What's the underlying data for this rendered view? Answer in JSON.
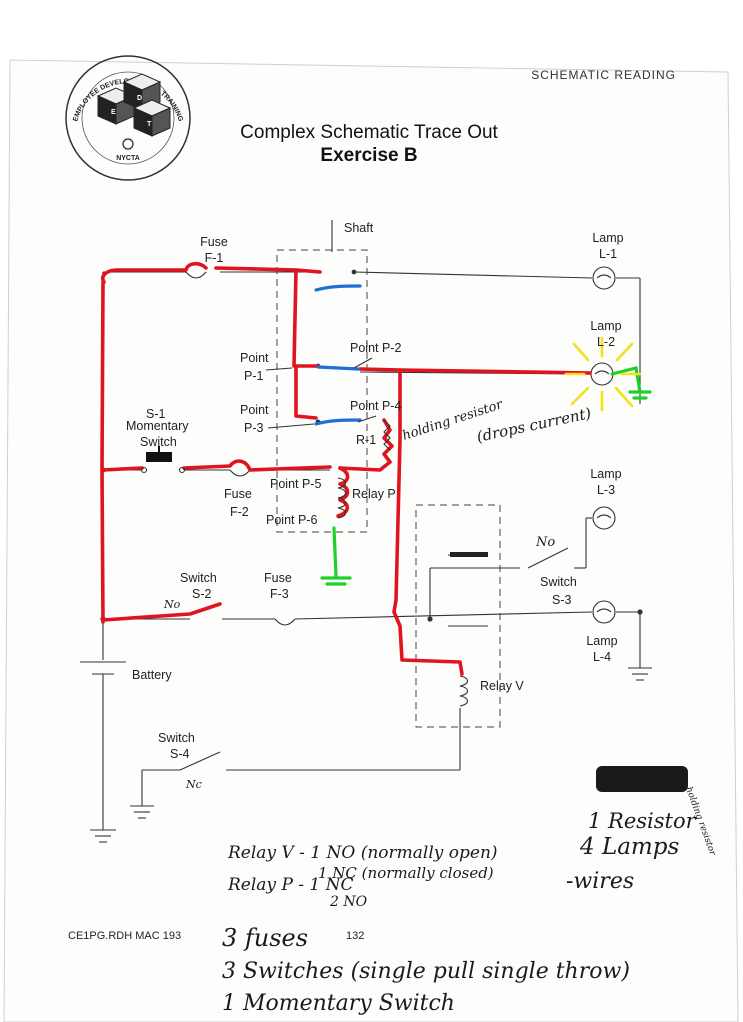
{
  "header": {
    "section": "SCHEMATIC READING",
    "title": "Complex Schematic Trace Out",
    "subtitle": "Exercise B"
  },
  "seal": {
    "top_text": "EMPLOYEE DEVELOPMENT & TRAINING",
    "bottom_text": "NYCTA",
    "tile_letters": [
      "E",
      "D",
      "T"
    ]
  },
  "labels": {
    "shaft": "Shaft",
    "fuse": "Fuse",
    "fuse_f1": "F-1",
    "fuse_f2": "F-2",
    "fuse_f3": "F-3",
    "lamp": "Lamp",
    "lamp_l1": "L-1",
    "lamp_l2": "L-2",
    "lamp_l3": "L-3",
    "lamp_l4": "L-4",
    "point": "Point",
    "point_p1": "P-1",
    "point_p3": "P-3",
    "point_p2": "Point P-2",
    "point_p4": "Point P-4",
    "point_p5": "Point P-5",
    "point_p6": "Point P-6",
    "r1": "R-1",
    "s1": "S-1",
    "momentary": "Momentary",
    "switch": "Switch",
    "relay_p": "Relay P",
    "relay_v": "Relay V",
    "switch_s2": "S-2",
    "switch_s3": "S-3",
    "switch_s4": "S-4",
    "battery": "Battery"
  },
  "annotations": {
    "holding_resistor": "holding resistor",
    "drops_current": "(drops current)",
    "no_s2": "No",
    "no_s3": "No",
    "nc_s4": "Nc",
    "relay_v_line1": "Relay V - 1 NO (normally open)",
    "relay_v_line2": "1 NC (normally closed)",
    "relay_p_line1": "Relay P - 1 NC",
    "relay_p_line2": "2 NO",
    "resistor_count": "1 Resistor",
    "lamps_count": "4 Lamps",
    "wires": "-wires",
    "holding_note": "holding resistor",
    "fuses": "3 fuses",
    "switches": "3 Switches (single pull single throw)",
    "momentary_switch": "1 Momentary Switch"
  },
  "footer": {
    "code": "CE1PG.RDH  MAC  193",
    "page": "132"
  },
  "colors": {
    "trace_red": "#e0141e",
    "trace_blue": "#1f6fd8",
    "ground_green": "#1fcf2a",
    "glow_yellow": "#f2e21a"
  }
}
